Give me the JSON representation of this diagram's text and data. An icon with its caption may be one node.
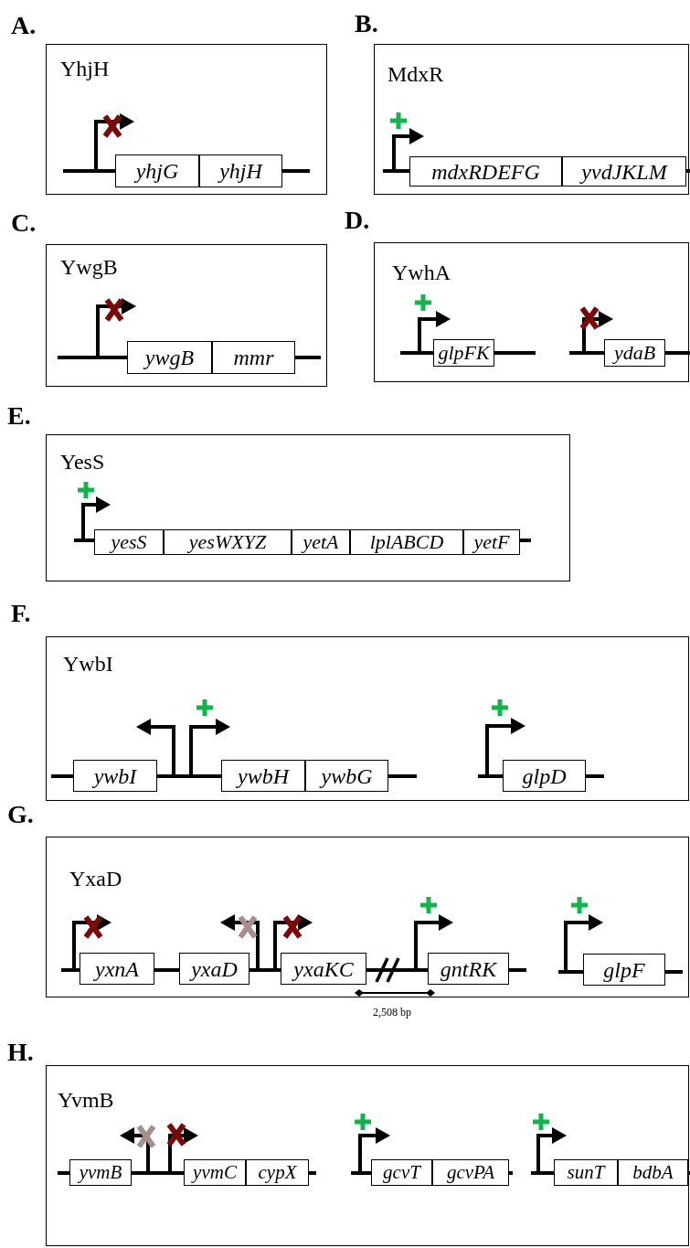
{
  "diagram": {
    "nodes": [
      {
        "text": [
          "YhjH"
        ]
      },
      {
        "text": [
          "yhjG"
        ],
        "in": 0
      },
      {
        "text": [
          "yhjH"
        ],
        "in": 0
      },
      {
        "text": [
          "MdxR"
        ]
      },
      {
        "text": [
          "mdxRDEFG"
        ],
        "in": 3
      },
      {
        "text": [
          "yvdJKLM"
        ],
        "in": 3
      },
      {
        "text": [
          "YwgB"
        ]
      },
      {
        "text": [
          "ywgB"
        ],
        "in": 6
      },
      {
        "text": [
          "mmr"
        ],
        "in": 6
      },
      {
        "text": [
          "YwhA"
        ]
      },
      {
        "text": [
          "glpFK"
        ],
        "in": 9
      },
      {
        "text": [
          "ydaB"
        ],
        "in": 9
      },
      {
        "text": [
          "YesS"
        ]
      },
      {
        "text": [
          "yesS"
        ],
        "in": 12
      },
      {
        "text": [
          "yesWXYZ"
        ],
        "in": 12
      },
      {
        "text": [
          "yetA"
        ],
        "in": 12
      },
      {
        "text": [
          "lplABCD"
        ],
        "in": 12
      },
      {
        "text": [
          "yetF"
        ],
        "in": 12
      },
      {
        "text": [
          "YwbI"
        ]
      },
      {
        "text": [
          "ywbI"
        ],
        "in": 18
      },
      {
        "text": [
          "ywbH"
        ],
        "in": 18
      },
      {
        "text": [
          "ywbG"
        ],
        "in": 18
      },
      {
        "text": [
          "glpD"
        ],
        "in": 18
      },
      {
        "text": [
          "YxaD"
        ]
      },
      {
        "text": [
          "yxnA"
        ],
        "in": 23
      },
      {
        "text": [
          "yxaD"
        ],
        "in": 23
      },
      {
        "text": [
          "yxaKC"
        ],
        "in": 23
      },
      {
        "text": [
          "gntRK"
        ],
        "in": 23
      },
      {
        "text": [
          "glpF"
        ],
        "in": 23
      },
      {
        "text": [
          "YvmB"
        ]
      },
      {
        "text": [
          "yvmB"
        ],
        "in": 29
      },
      {
        "text": [
          "yvmC"
        ],
        "in": 29
      },
      {
        "text": [
          "cypX"
        ],
        "in": 29
      },
      {
        "text": [
          "gcvT"
        ],
        "in": 29
      },
      {
        "text": [
          "gcvPA"
        ],
        "in": 29
      },
      {
        "text": [
          "sunT"
        ],
        "in": 29
      },
      {
        "text": [
          "bdbA"
        ],
        "in": 29
      }
    ],
    "edges": [],
    "labels": [
      "A.",
      "B.",
      "C.",
      "D.",
      "E.",
      "F.",
      "G.",
      "H.",
      "2,508 bp"
    ]
  }
}
